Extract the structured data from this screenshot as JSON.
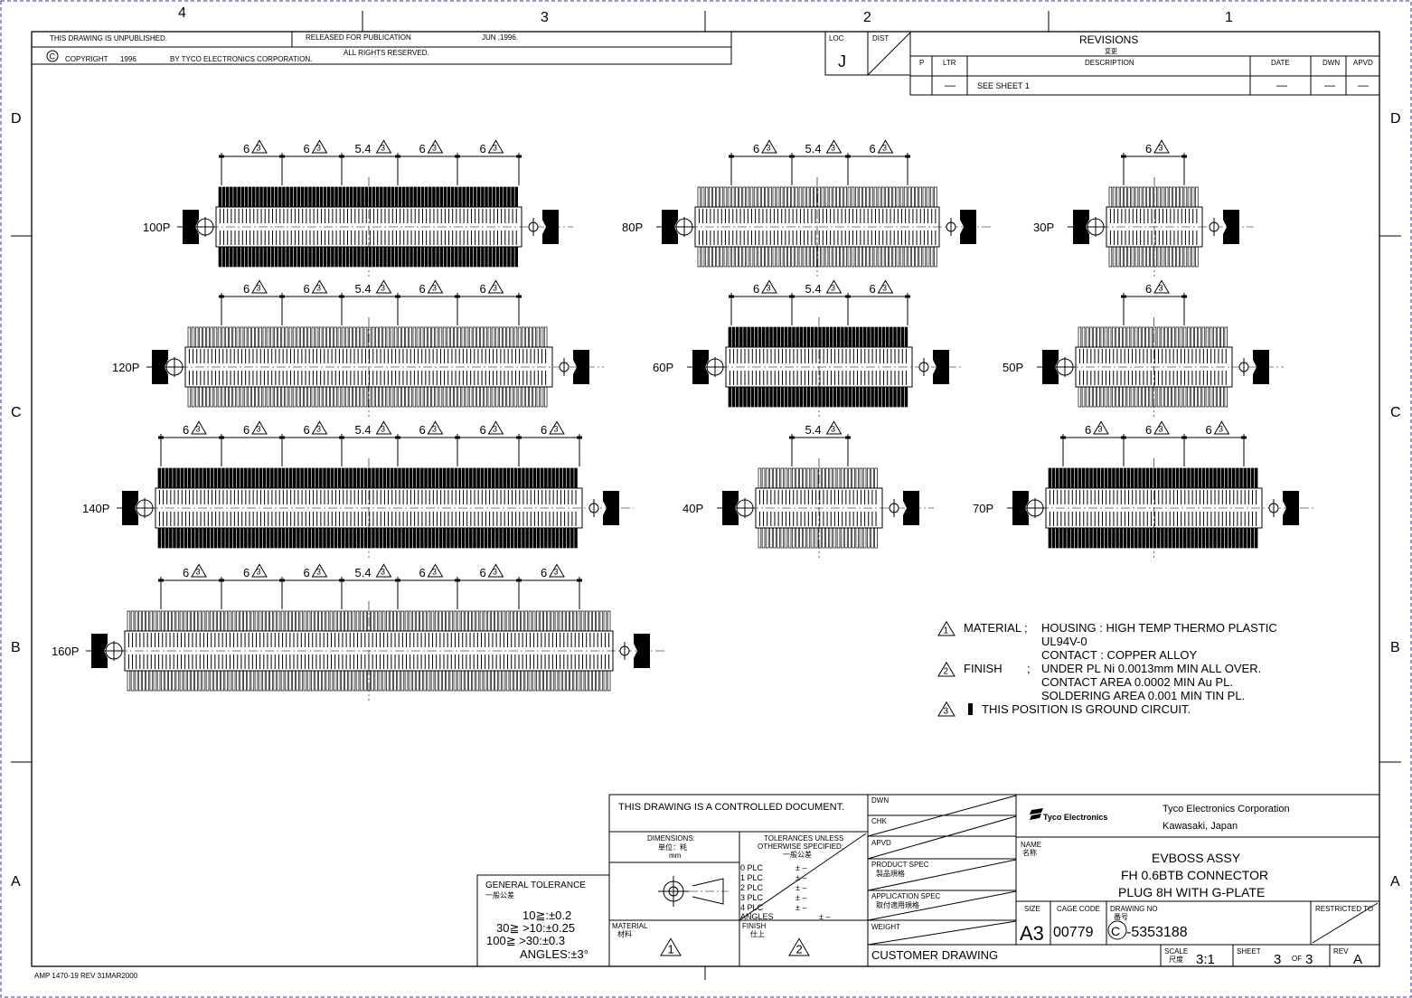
{
  "zones": {
    "cols": [
      "4",
      "3",
      "2",
      "1"
    ],
    "rows": [
      "D",
      "C",
      "B",
      "A"
    ]
  },
  "header": {
    "unpublished": "THIS DRAWING IS UNPUBLISHED.",
    "released": "RELEASED FOR PUBLICATION",
    "release_date": "JUN ,1996.",
    "rights": "ALL RIGHTS RESERVED.",
    "copyright_letter": "C",
    "copyright": "COPYRIGHT",
    "copyright_year": "1996",
    "copyright_owner": "BY TYCO ELECTRONICS CORPORATION."
  },
  "loc": {
    "label": "LOC",
    "dist_label": "DIST",
    "value": "J"
  },
  "revisions": {
    "title": "REVISIONS",
    "subtitle": "変更",
    "columns": [
      "P",
      "LTR",
      "DESCRIPTION",
      "DATE",
      "DWN",
      "APVD"
    ],
    "row": {
      "ltr": "—",
      "description": "SEE SHEET 1",
      "date": "—",
      "dwn": "—",
      "apvd": "—"
    }
  },
  "connectors": [
    {
      "label": "100P",
      "pitch_labels": [
        "6",
        "6",
        "5.4",
        "6",
        "6"
      ]
    },
    {
      "label": "120P",
      "pitch_labels": [
        "6",
        "6",
        "5.4",
        "6",
        "6"
      ]
    },
    {
      "label": "140P",
      "pitch_labels": [
        "6",
        "6",
        "6",
        "5.4",
        "6",
        "6",
        "6"
      ]
    },
    {
      "label": "160P",
      "pitch_labels": [
        "6",
        "6",
        "6",
        "5.4",
        "6",
        "6",
        "6"
      ]
    },
    {
      "label": "80P",
      "pitch_labels": [
        "6",
        "5.4",
        "6"
      ]
    },
    {
      "label": "60P",
      "pitch_labels": [
        "6",
        "5.4",
        "6"
      ]
    },
    {
      "label": "40P",
      "pitch_labels": [
        "5.4"
      ]
    },
    {
      "label": "30P",
      "pitch_labels": [
        "6"
      ]
    },
    {
      "label": "50P",
      "pitch_labels": [
        "6"
      ]
    },
    {
      "label": "70P",
      "pitch_labels": [
        "6",
        "6",
        "6"
      ]
    }
  ],
  "notes": [
    {
      "num": "1",
      "label": "MATERIAL",
      "sep": ";",
      "lines": [
        "HOUSING : HIGH TEMP THERMO PLASTIC",
        "UL94V-0",
        "CONTACT : COPPER ALLOY"
      ]
    },
    {
      "num": "2",
      "label": "FINISH",
      "sep": ";",
      "lines": [
        "UNDER PL Ni   0.0013mm MIN ALL OVER.",
        "CONTACT AREA 0.0002 MIN Au PL.",
        "SOLDERING AREA 0.001 MIN TIN PL."
      ]
    },
    {
      "num": "3",
      "lines": [
        "THIS POSITION IS GROUND CIRCUIT."
      ]
    }
  ],
  "title_block": {
    "general_tolerance": {
      "title": "GENERAL TOLERANCE",
      "subtitle": "一般公差",
      "lines": [
        "10≧:±0.2",
        "30≧  >10:±0.25",
        "100≧  >30:±0.3",
        "ANGLES:±3°"
      ]
    },
    "controlled": "THIS DRAWING IS A CONTROLLED DOCUMENT.",
    "dimensions": {
      "label": "DIMENSIONS:",
      "unit_jp": "単位：粍",
      "unit": "mm"
    },
    "tolerances": {
      "line1": "TOLERANCES UNLESS",
      "line2": "OTHERWISE SPECIFIED:",
      "line3": "一般公差",
      "rows": [
        "0  PLC",
        "1  PLC",
        "2  PLC",
        "3  PLC",
        "4  PLC",
        "ANGLES"
      ],
      "pm": "± –"
    },
    "material": {
      "label": "MATERIAL",
      "label_jp": "材料",
      "icon": "1"
    },
    "finish": {
      "label": "FINISH",
      "label_jp": "仕上",
      "icon": "2"
    },
    "dwn": "DWN",
    "chk": "CHK",
    "apvd": "APVD",
    "product_spec": "PRODUCT SPEC",
    "product_spec_jp": "製品規格",
    "application_spec": "APPLICATION SPEC",
    "application_spec_jp": "取付適用規格",
    "weight": "WEIGHT",
    "customer_drawing": "CUSTOMER DRAWING",
    "brand": "Tyco Electronics",
    "company": "Tyco Electronics Corporation",
    "location": "Kawasaki, Japan",
    "name_label": "NAME",
    "name_label_jp": "名称",
    "title_lines": [
      "EVBOSS ASSY",
      "FH 0.6BTB CONNECTOR",
      "PLUG 8H WITH G-PLATE"
    ],
    "size_label": "SIZE",
    "cage_code_label": "CAGE CODE",
    "drawing_no_label": "DRAWING NO",
    "drawing_no_label_jp": "番号",
    "restricted_to_label": "RESTRICTED TO",
    "size": "A3",
    "cage_code": "00779",
    "drawing_no": "-5353188",
    "scale_label": "SCALE",
    "scale_label_jp": "尺度",
    "scale": "3:1",
    "sheet_label": "SHEET",
    "sheet": "3",
    "sheet_of": "OF",
    "sheets": "3",
    "rev_label": "REV",
    "rev": "A"
  },
  "footer": {
    "form": "AMP 1470-19 REV 31MAR2000"
  }
}
